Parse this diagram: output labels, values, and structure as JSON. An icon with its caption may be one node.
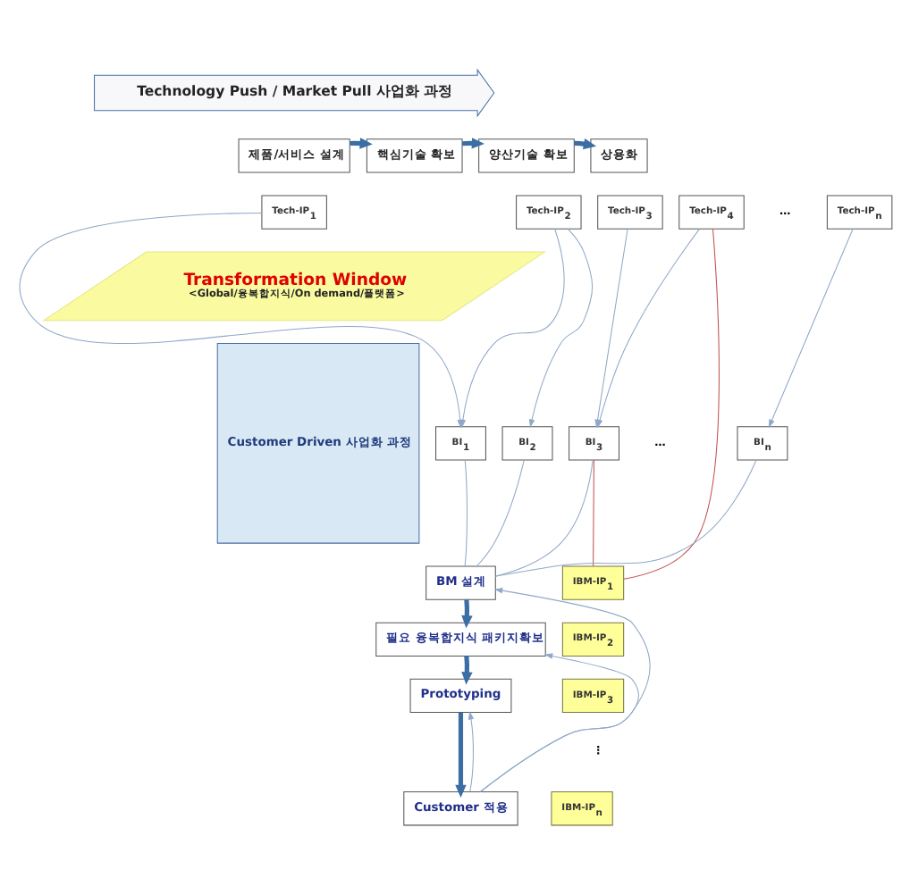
{
  "diagram": {
    "nodes": [
      {
        "text": [
          "Technology Push / Market Pull 사업화 과정"
        ]
      },
      {
        "text": [
          "제품/서비스 설계"
        ]
      },
      {
        "text": [
          "핵심기술 확보"
        ]
      },
      {
        "text": [
          "양산기술 확보"
        ]
      },
      {
        "text": [
          "상용화"
        ]
      },
      {
        "text": [
          "Tech-IP$_{1}$"
        ]
      },
      {
        "text": [
          "Tech-IP$_{2}$"
        ]
      },
      {
        "text": [
          "Tech-IP$_{3}$"
        ]
      },
      {
        "text": [
          "Tech-IP$_{4}$"
        ]
      },
      {
        "text": [
          "Tech-IP$_{n}$"
        ]
      },
      {
        "text": [
          "Transformation Window",
          "<Global/융복합지식/On demand/플랫폼>"
        ]
      },
      {
        "text": [
          "Customer Driven 사업화 과정"
        ]
      },
      {
        "text": [
          "BI$_{1}$"
        ]
      },
      {
        "text": [
          "BI$_{2}$"
        ]
      },
      {
        "text": [
          "BI$_{3}$"
        ]
      },
      {
        "text": [
          "BI$_{n}$"
        ]
      },
      {
        "text": [
          "BM 설계"
        ]
      },
      {
        "text": [
          "필요 융복합지식 패키지확보"
        ]
      },
      {
        "text": [
          "Prototyping"
        ]
      },
      {
        "text": [
          "Customer 적용"
        ]
      },
      {
        "text": [
          "IBM-IP$_{1}$"
        ]
      },
      {
        "text": [
          "IBM-IP$_{2}$"
        ]
      },
      {
        "text": [
          "IBM-IP$_{3}$"
        ]
      },
      {
        "text": [
          "IBM-IP$_{n}$"
        ]
      }
    ],
    "edges": [
      {
        "from": 1,
        "to": 2,
        "arrow": "to",
        "style": "thick",
        "color": "#3a6ea5"
      },
      {
        "from": 2,
        "to": 3,
        "arrow": "to",
        "style": "thick",
        "color": "#3a6ea5"
      },
      {
        "from": 3,
        "to": 4,
        "arrow": "to",
        "style": "thick",
        "color": "#3a6ea5"
      },
      {
        "from": 5,
        "to": 12,
        "arrow": "to"
      },
      {
        "from": 6,
        "to": 12,
        "arrow": "to"
      },
      {
        "from": 6,
        "to": 13,
        "arrow": "to"
      },
      {
        "from": 7,
        "to": 14,
        "arrow": "to"
      },
      {
        "from": 8,
        "to": 14,
        "arrow": "to"
      },
      {
        "from": 9,
        "to": 15,
        "arrow": "to"
      },
      {
        "from": 8,
        "to": 20,
        "arrow": "none",
        "color": "#c0504d"
      },
      {
        "from": 14,
        "to": 20,
        "arrow": "none",
        "color": "#c0504d"
      },
      {
        "from": 12,
        "to": 16,
        "arrow": "none"
      },
      {
        "from": 13,
        "to": 16,
        "arrow": "none"
      },
      {
        "from": 14,
        "to": 16,
        "arrow": "none"
      },
      {
        "from": 15,
        "to": 16,
        "arrow": "none"
      },
      {
        "from": 16,
        "to": 17,
        "arrow": "to",
        "style": "thick",
        "color": "#3a6ea5"
      },
      {
        "from": 17,
        "to": 18,
        "arrow": "to",
        "style": "thick",
        "color": "#3a6ea5"
      },
      {
        "from": 18,
        "to": 19,
        "arrow": "to",
        "style": "thick",
        "color": "#3a6ea5"
      },
      {
        "from": 19,
        "to": 16,
        "arrow": "to"
      },
      {
        "from": 19,
        "to": 17,
        "arrow": "to"
      },
      {
        "from": 19,
        "to": 18,
        "arrow": "to"
      }
    ],
    "labels": [
      "…",
      "…",
      "⋮"
    ]
  }
}
